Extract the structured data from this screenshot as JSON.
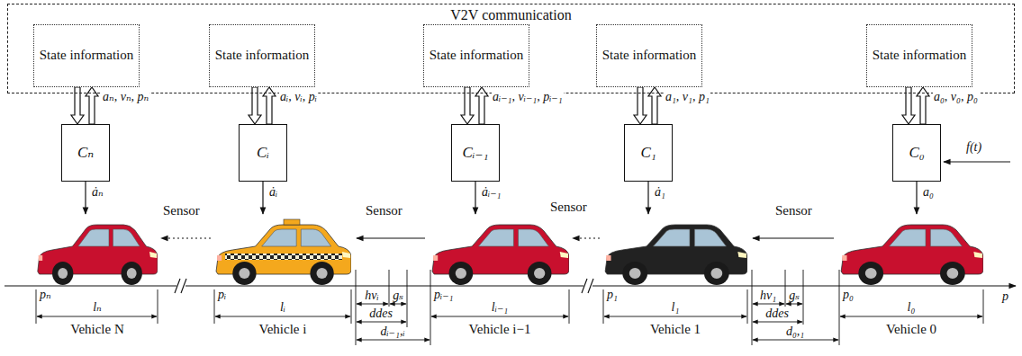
{
  "diagram": {
    "nodes": [
      {
        "text": [
          "V2V communication"
        ]
      },
      {
        "text": [
          "State information"
        ],
        "in": 0
      },
      {
        "text": [
          "State information"
        ],
        "in": 0
      },
      {
        "text": [
          "State information"
        ],
        "in": 0
      },
      {
        "text": [
          "State information"
        ],
        "in": 0
      },
      {
        "text": [
          "State information"
        ],
        "in": 0
      },
      {
        "text": [
          "Cₙ"
        ]
      },
      {
        "text": [
          "Cᵢ"
        ]
      },
      {
        "text": [
          "Cᵢ₋₁"
        ]
      },
      {
        "text": [
          "C₁"
        ]
      },
      {
        "text": [
          "C₀"
        ]
      }
    ],
    "edges": [
      {
        "from": 1,
        "to": 6,
        "arrow": "to"
      },
      {
        "from": 6,
        "to": 1,
        "arrow": "to",
        "label": "aₙ, vₙ, pₙ"
      },
      {
        "from": 2,
        "to": 7,
        "arrow": "to"
      },
      {
        "from": 7,
        "to": 2,
        "arrow": "to",
        "label": "aᵢ, vᵢ, pᵢ"
      },
      {
        "from": 3,
        "to": 8,
        "arrow": "to"
      },
      {
        "from": 8,
        "to": 3,
        "arrow": "to",
        "label": "aᵢ₋₁, vᵢ₋₁, pᵢ₋₁"
      },
      {
        "from": 4,
        "to": 9,
        "arrow": "to"
      },
      {
        "from": 9,
        "to": 4,
        "arrow": "to",
        "label": "a₁, v₁, p₁"
      },
      {
        "from": 5,
        "to": 10,
        "arrow": "to"
      },
      {
        "from": 10,
        "to": 5,
        "arrow": "to",
        "label": "a₀, v₀, p₀"
      }
    ],
    "labels": [
      "Sensor",
      "Sensor",
      "Sensor",
      "Sensor",
      "ȧₙ",
      "ȧᵢ",
      "ȧᵢ₋₁",
      "ȧ₁",
      "a₀",
      "f(t)",
      "pₙ",
      "lₙ",
      "Vehicle N",
      "pᵢ",
      "lᵢ",
      "Vehicle i",
      "hvᵢ",
      "gₛ",
      "ddes",
      "dᵢ₋₁,ᵢ",
      "pᵢ₋₁",
      "lᵢ₋₁",
      "Vehicle i−1",
      "p₁",
      "l₁",
      "Vehicle 1",
      "hv₁",
      "gₛ",
      "ddes",
      "d₀,₁",
      "p₀",
      "l₀",
      "Vehicle 0",
      "p"
    ]
  }
}
